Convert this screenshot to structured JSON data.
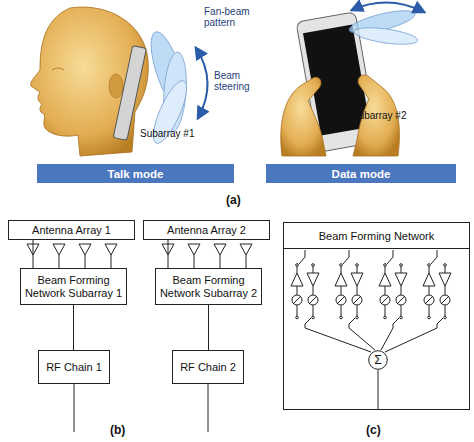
{
  "diagram": {
    "nodes": [
      {
        "text": [
          "Talk mode"
        ]
      },
      {
        "text": [
          "Data mode"
        ]
      },
      {
        "text": [
          "Antenna Array 1"
        ]
      },
      {
        "text": [
          "Beam Forming Network Subarray 1"
        ]
      },
      {
        "text": [
          "RF Chain 1"
        ]
      },
      {
        "text": [
          "Antenna Array 2"
        ]
      },
      {
        "text": [
          "Beam Forming Network Subarray 2"
        ]
      },
      {
        "text": [
          "RF Chain 2"
        ]
      },
      {
        "text": [
          "Beam Forming Network"
        ]
      },
      {
        "text": [
          "Σ"
        ],
        "in": 8
      }
    ],
    "edges": [
      {
        "from": 2,
        "to": 3,
        "arrow": "none"
      },
      {
        "from": 3,
        "to": 4,
        "arrow": "none"
      },
      {
        "from": 5,
        "to": 6,
        "arrow": "none"
      },
      {
        "from": 6,
        "to": 7,
        "arrow": "none"
      }
    ],
    "labels": [
      "Fan-beam pattern",
      "Beam steering",
      "Subarray #1",
      "Subarray #2",
      "(a)",
      "(b)",
      "(c)"
    ]
  }
}
